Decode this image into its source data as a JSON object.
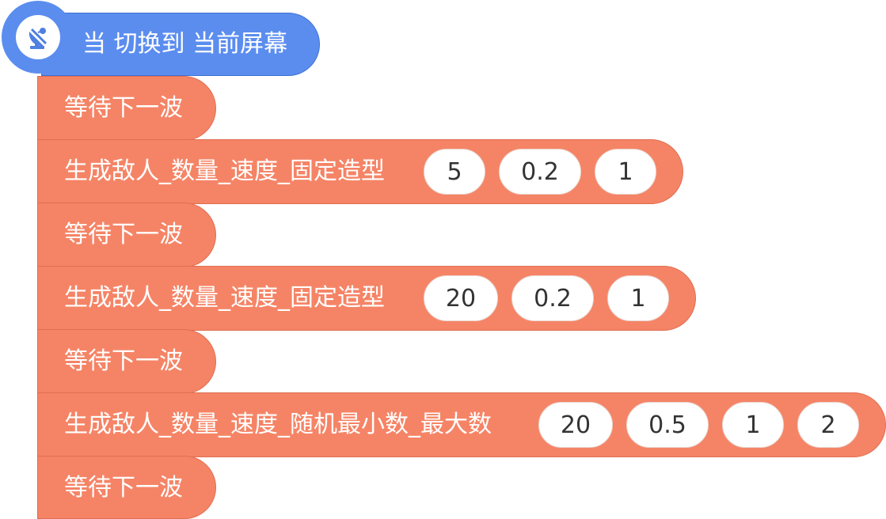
{
  "hat": {
    "icon": "satellite-dish-icon",
    "label": "当 切换到 当前屏幕",
    "color": "#5b8def"
  },
  "blocks": [
    {
      "label": "等待下一波",
      "inputs": []
    },
    {
      "label": "生成敌人_数量_速度_固定造型",
      "inputs": [
        "5",
        "0.2",
        "1"
      ]
    },
    {
      "label": "等待下一波",
      "inputs": []
    },
    {
      "label": "生成敌人_数量_速度_固定造型",
      "inputs": [
        "20",
        "0.2",
        "1"
      ]
    },
    {
      "label": "等待下一波",
      "inputs": []
    },
    {
      "label": "生成敌人_数量_速度_随机最小数_最大数",
      "inputs": [
        "20",
        "0.5",
        "1",
        "2"
      ]
    },
    {
      "label": "等待下一波",
      "inputs": []
    }
  ],
  "colors": {
    "event": "#5b8def",
    "custom_block": "#f58466",
    "input_bg": "#ffffff"
  }
}
